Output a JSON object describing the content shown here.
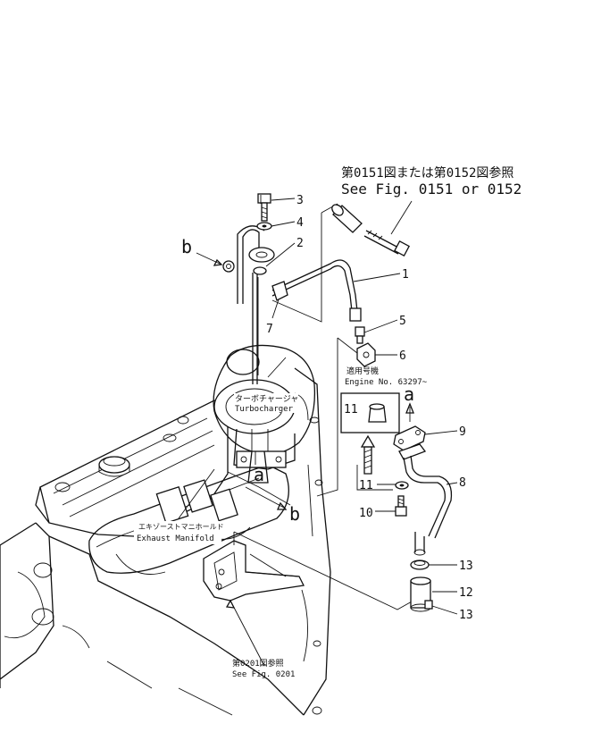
{
  "references": {
    "top_jp": "第0151図または第0152図参照",
    "top_en": "See Fig. 0151 or 0152",
    "bottom_jp": "第0201図参照",
    "bottom_en": "See Fig. 0201"
  },
  "applicability": {
    "jp": "適用号機",
    "en": "Engine No. 63297~"
  },
  "components": {
    "turbocharger_jp": "ターボチャージャ",
    "turbocharger_en": "Turbocharger",
    "manifold_jp": "エキゾーストマニホールド",
    "manifold_en": "Exhaust Manifold"
  },
  "view_markers": [
    "a",
    "b"
  ],
  "part_numbers": [
    "1",
    "2",
    "3",
    "4",
    "5",
    "6",
    "7",
    "8",
    "9",
    "10",
    "11",
    "12",
    "13"
  ]
}
